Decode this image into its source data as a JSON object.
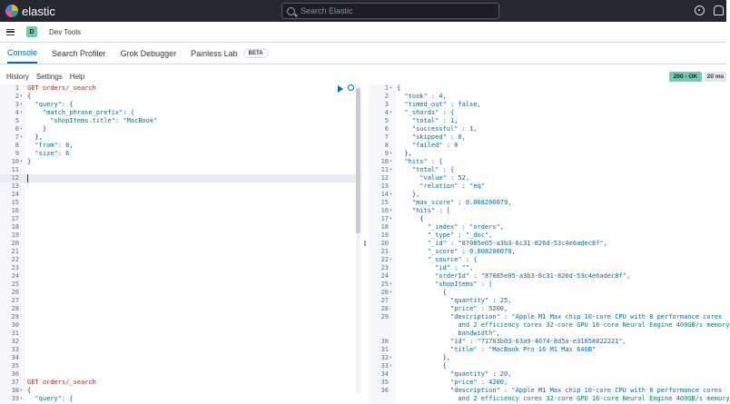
{
  "app": {
    "name": "elastic"
  },
  "search": {
    "placeholder": "Search Elastic"
  },
  "breadcrumb": {
    "space": "D",
    "title": "Dev Tools"
  },
  "tabs": [
    {
      "label": "Console",
      "active": true
    },
    {
      "label": "Search Profiler",
      "active": false
    },
    {
      "label": "Grok Debugger",
      "active": false
    },
    {
      "label": "Painless Lab",
      "active": false
    }
  ],
  "beta_label": "BETA",
  "submenu": [
    "History",
    "Settings",
    "Help"
  ],
  "status": {
    "code": "200 - OK",
    "time": "20 ms"
  },
  "request_lines": [
    {
      "n": "1",
      "fold": false,
      "text": "GET orders/_search",
      "cls": "tk-method"
    },
    {
      "n": "2",
      "fold": true,
      "text": "{",
      "cls": "tk-punc"
    },
    {
      "n": "3",
      "fold": true,
      "text": "  \"query\": {",
      "cls": "tk-key"
    },
    {
      "n": "4",
      "fold": true,
      "text": "    \"match_phrase_prefix\": {",
      "cls": "tk-key"
    },
    {
      "n": "5",
      "fold": false,
      "text": "      \"shopItems.title\": \"MacBook\"",
      "cls": "tk-str"
    },
    {
      "n": "6",
      "fold": true,
      "text": "    }",
      "cls": "tk-punc"
    },
    {
      "n": "7",
      "fold": true,
      "text": "  },",
      "cls": "tk-punc"
    },
    {
      "n": "8",
      "fold": false,
      "text": "  \"from\": 0,",
      "cls": "tk-key"
    },
    {
      "n": "9",
      "fold": false,
      "text": "  \"size\": 6",
      "cls": "tk-key"
    },
    {
      "n": "10",
      "fold": true,
      "text": "}",
      "cls": "tk-punc"
    },
    {
      "n": "11",
      "fold": false,
      "text": "",
      "cls": "tk-punc"
    },
    {
      "n": "12",
      "fold": false,
      "text": "",
      "cls": "tk-punc",
      "cursor": true
    },
    {
      "n": "13",
      "fold": false,
      "text": "",
      "cls": "tk-punc"
    },
    {
      "n": "14",
      "fold": false,
      "text": "",
      "cls": "tk-punc"
    },
    {
      "n": "15",
      "fold": false,
      "text": "",
      "cls": "tk-punc"
    },
    {
      "n": "16",
      "fold": false,
      "text": "",
      "cls": "tk-punc"
    },
    {
      "n": "17",
      "fold": false,
      "text": "",
      "cls": "tk-punc"
    },
    {
      "n": "18",
      "fold": false,
      "text": "",
      "cls": "tk-punc"
    },
    {
      "n": "19",
      "fold": false,
      "text": "",
      "cls": "tk-punc"
    },
    {
      "n": "20",
      "fold": false,
      "text": "",
      "cls": "tk-punc"
    },
    {
      "n": "21",
      "fold": false,
      "text": "",
      "cls": "tk-punc"
    },
    {
      "n": "22",
      "fold": false,
      "text": "",
      "cls": "tk-punc"
    },
    {
      "n": "23",
      "fold": false,
      "text": "",
      "cls": "tk-punc"
    },
    {
      "n": "24",
      "fold": false,
      "text": "",
      "cls": "tk-punc"
    },
    {
      "n": "25",
      "fold": false,
      "text": "",
      "cls": "tk-punc"
    },
    {
      "n": "26",
      "fold": false,
      "text": "",
      "cls": "tk-punc"
    },
    {
      "n": "27",
      "fold": false,
      "text": "",
      "cls": "tk-punc"
    },
    {
      "n": "28",
      "fold": false,
      "text": "",
      "cls": "tk-punc"
    },
    {
      "n": "29",
      "fold": false,
      "text": "",
      "cls": "tk-punc"
    },
    {
      "n": "30",
      "fold": false,
      "text": "",
      "cls": "tk-punc"
    },
    {
      "n": "31",
      "fold": false,
      "text": "",
      "cls": "tk-punc"
    },
    {
      "n": "32",
      "fold": false,
      "text": "",
      "cls": "tk-punc"
    },
    {
      "n": "33",
      "fold": false,
      "text": "",
      "cls": "tk-punc"
    },
    {
      "n": "34",
      "fold": false,
      "text": "",
      "cls": "tk-punc"
    },
    {
      "n": "35",
      "fold": false,
      "text": "",
      "cls": "tk-punc"
    },
    {
      "n": "36",
      "fold": false,
      "text": "",
      "cls": "tk-punc"
    },
    {
      "n": "37",
      "fold": false,
      "text": "GET orders/_search",
      "cls": "tk-method"
    },
    {
      "n": "38",
      "fold": true,
      "text": "{",
      "cls": "tk-punc"
    },
    {
      "n": "39",
      "fold": true,
      "text": "  \"query\": {",
      "cls": "tk-key"
    }
  ],
  "response_lines": [
    {
      "n": "1",
      "fold": true,
      "text": "{",
      "cls": "tk-punc"
    },
    {
      "n": "2",
      "fold": false,
      "text": "  \"took\" : 4,",
      "cls": "tk-key"
    },
    {
      "n": "3",
      "fold": false,
      "text": "  \"timed_out\" : false,",
      "cls": "tk-key"
    },
    {
      "n": "4",
      "fold": true,
      "text": "  \"_shards\" : {",
      "cls": "tk-key"
    },
    {
      "n": "5",
      "fold": false,
      "text": "    \"total\" : 1,",
      "cls": "tk-key"
    },
    {
      "n": "6",
      "fold": false,
      "text": "    \"successful\" : 1,",
      "cls": "tk-key"
    },
    {
      "n": "7",
      "fold": false,
      "text": "    \"skipped\" : 0,",
      "cls": "tk-key"
    },
    {
      "n": "8",
      "fold": false,
      "text": "    \"failed\" : 0",
      "cls": "tk-key"
    },
    {
      "n": "9",
      "fold": true,
      "text": "  },",
      "cls": "tk-punc"
    },
    {
      "n": "10",
      "fold": true,
      "text": "  \"hits\" : {",
      "cls": "tk-key"
    },
    {
      "n": "11",
      "fold": true,
      "text": "    \"total\" : {",
      "cls": "tk-key"
    },
    {
      "n": "12",
      "fold": false,
      "text": "      \"value\" : 52,",
      "cls": "tk-key"
    },
    {
      "n": "13",
      "fold": false,
      "text": "      \"relation\" : \"eq\"",
      "cls": "tk-key"
    },
    {
      "n": "14",
      "fold": true,
      "text": "    },",
      "cls": "tk-punc"
    },
    {
      "n": "15",
      "fold": false,
      "text": "    \"max_score\" : 0.008206079,",
      "cls": "tk-key"
    },
    {
      "n": "16",
      "fold": true,
      "text": "    \"hits\" : [",
      "cls": "tk-key"
    },
    {
      "n": "17",
      "fold": true,
      "text": "      {",
      "cls": "tk-punc"
    },
    {
      "n": "18",
      "fold": false,
      "text": "        \"_index\" : \"orders\",",
      "cls": "tk-key"
    },
    {
      "n": "19",
      "fold": false,
      "text": "        \"_type\" : \"_doc\",",
      "cls": "tk-key"
    },
    {
      "n": "20",
      "fold": false,
      "text": "        \"_id\" : \"87085e05-a3b3-6c31-826d-53c4e6adec8f\",",
      "cls": "tk-key"
    },
    {
      "n": "21",
      "fold": false,
      "text": "        \"_score\" : 0.008206079,",
      "cls": "tk-key"
    },
    {
      "n": "22",
      "fold": true,
      "text": "        \"_source\" : {",
      "cls": "tk-key"
    },
    {
      "n": "23",
      "fold": false,
      "text": "          \"id\" : \"\",",
      "cls": "tk-key"
    },
    {
      "n": "24",
      "fold": false,
      "text": "          \"orderId\" : \"87085e05-a3b3-6c31-826d-53c4e6adec8f\",",
      "cls": "tk-key"
    },
    {
      "n": "25",
      "fold": true,
      "text": "          \"shopItems\" : [",
      "cls": "tk-key"
    },
    {
      "n": "26",
      "fold": true,
      "text": "            {",
      "cls": "tk-punc"
    },
    {
      "n": "27",
      "fold": false,
      "text": "              \"quantity\" : 25,",
      "cls": "tk-key"
    },
    {
      "n": "28",
      "fold": false,
      "text": "              \"price\" : 5200,",
      "cls": "tk-key"
    },
    {
      "n": "29",
      "fold": false,
      "text": "              \"description\" : \"Apple M1 Max chip 10-core CPU with 8 performance cores",
      "cls": "tk-key"
    },
    {
      "n": "",
      "fold": false,
      "text": "                and 2 efficiency cores 32-core GPU 16-core Neural Engine 400GB/s memory",
      "cls": "tk-str"
    },
    {
      "n": "",
      "fold": false,
      "text": "                bandwidth\",",
      "cls": "tk-str"
    },
    {
      "n": "30",
      "fold": false,
      "text": "              \"id\" : \"71703b03-63a9-4074-8d5a-e31058022221\",",
      "cls": "tk-key"
    },
    {
      "n": "31",
      "fold": false,
      "text": "              \"title\" : \"MacBook Pro 16 M1 Max 64GB\"",
      "cls": "tk-key"
    },
    {
      "n": "32",
      "fold": true,
      "text": "            },",
      "cls": "tk-punc"
    },
    {
      "n": "33",
      "fold": true,
      "text": "            {",
      "cls": "tk-punc"
    },
    {
      "n": "34",
      "fold": false,
      "text": "              \"quantity\" : 20,",
      "cls": "tk-key"
    },
    {
      "n": "35",
      "fold": false,
      "text": "              \"price\" : 4200,",
      "cls": "tk-key"
    },
    {
      "n": "36",
      "fold": false,
      "text": "              \"description\" : \"Apple M1 Max chip 10-core CPU with 8 performance cores",
      "cls": "tk-key"
    },
    {
      "n": "",
      "fold": false,
      "text": "                and 2 efficiency cores 32-core GPU 16-core Neural Engine 400GB/s memory",
      "cls": "tk-str"
    }
  ]
}
